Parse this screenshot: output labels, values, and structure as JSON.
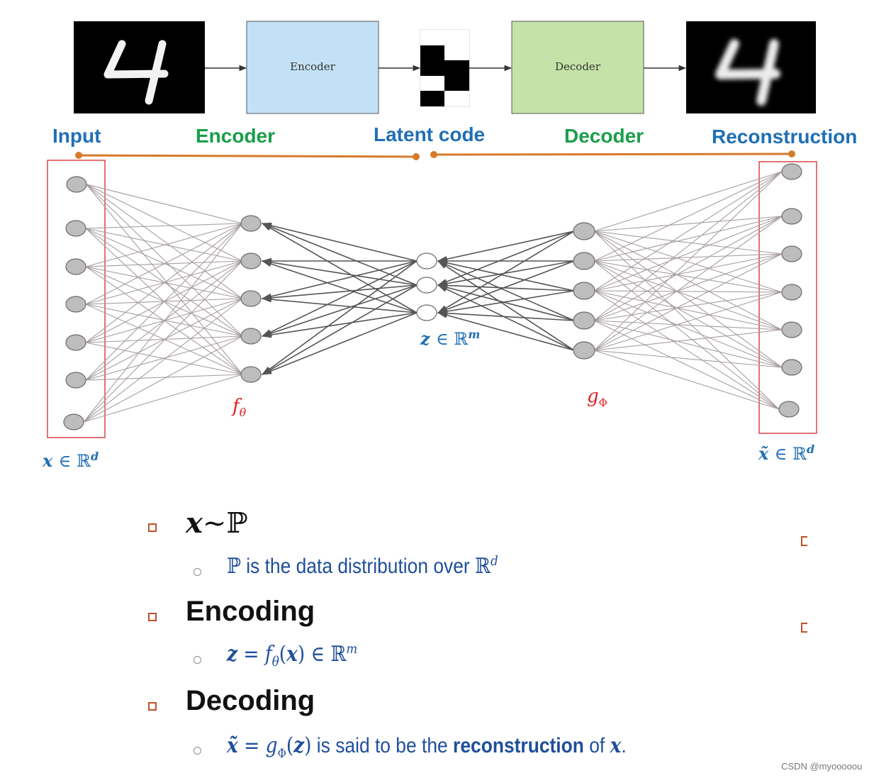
{
  "pipeline": {
    "encoder_box_label": "Encoder",
    "decoder_box_label": "Decoder",
    "labels": {
      "input": "Input",
      "encoder": "Encoder",
      "latent": "Latent code",
      "decoder": "Decoder",
      "reconstruction": "Reconstruction"
    }
  },
  "network": {
    "input_space": "∈ ℝ",
    "input_var": "x",
    "input_dim": "d",
    "latent_var": "z",
    "latent_space": "∈ ℝ",
    "latent_dim": "m",
    "output_var": "x̃",
    "output_space": "∈ ℝ",
    "output_dim": "d",
    "encoder_func": "f",
    "encoder_sub": "θ",
    "decoder_func": "g",
    "decoder_sub": "Φ"
  },
  "bullets": [
    {
      "heading_var": "x",
      "heading_rest": "~ℙ",
      "sub": {
        "p1": "ℙ",
        "p2": " is the data distribution over ",
        "p3": "ℝ",
        "p4": "d"
      }
    },
    {
      "heading": "Encoding",
      "sub": {
        "p1": "z",
        "p2": " = ",
        "p3": "f",
        "p4": "θ",
        "p5": "(",
        "p6": "x",
        "p7": ") ∈ ℝ",
        "p8": "m"
      }
    },
    {
      "heading": "Decoding",
      "sub": {
        "p1": "x̃",
        "p2": " = ",
        "p3": "g",
        "p4": "Φ",
        "p5": "(",
        "p6": "z",
        "p7": ")",
        "p8": " is said to be the ",
        "p9": "reconstruction",
        "p10": " of ",
        "p11": "x",
        "p12": "."
      }
    }
  ],
  "watermark": "CSDN @myooooou",
  "colors": {
    "input_label": "#1f6fb6",
    "encoder_label": "#1a9e4a",
    "latent_label": "#1f6fb6",
    "decoder_label": "#1a9e4a",
    "reconstruction_label": "#1f6fb6",
    "connector": "#d57b2a",
    "layer_box": "#d9434a",
    "encoder_box": "#c3e1f6",
    "decoder_box": "#c5e3a8",
    "node_fill": "#bdbdbd",
    "edge_outer": "#a79e9e",
    "edge_inner": "#555555"
  },
  "icons": [
    "digit-four-image",
    "latent-code-grid-image",
    "reconstructed-digit-four-image",
    "square-bullet-icon",
    "circle-bullet-icon"
  ]
}
